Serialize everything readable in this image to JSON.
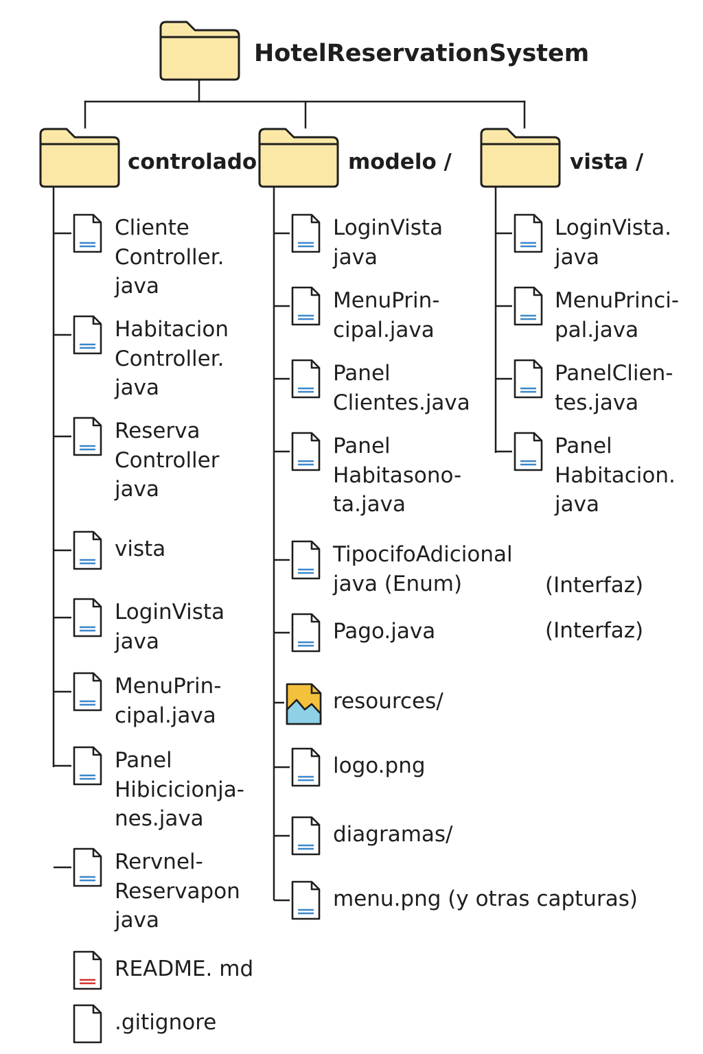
{
  "root": {
    "name": "HotelReservationSystem",
    "icon": "folder-icon",
    "folder_color": "#fbe8a6"
  },
  "columns": [
    {
      "name": "controlador",
      "icon": "folder-icon",
      "files": [
        {
          "label": "Cliente\nController.\njava",
          "icon": "java-file-icon"
        },
        {
          "label": "Habitacion\nController.\njava",
          "icon": "java-file-icon"
        },
        {
          "label": "Reserva\nController\njava",
          "icon": "java-file-icon"
        },
        {
          "label": "vista",
          "icon": "file-icon"
        },
        {
          "label": "LoginVista\njava",
          "icon": "java-file-icon"
        },
        {
          "label": "MenuPrin-\ncipal.java",
          "icon": "java-file-icon"
        },
        {
          "label": "Panel\nHibicicionja-\nnes.java",
          "icon": "java-file-icon"
        },
        {
          "label": "Rervnel-\nReservapon\njava",
          "icon": "java-file-icon"
        },
        {
          "label": "README. md",
          "icon": "markdown-file-icon"
        },
        {
          "label": ".gitignore",
          "icon": "blank-file-icon"
        }
      ]
    },
    {
      "name": "modelo /",
      "icon": "folder-icon",
      "files": [
        {
          "label": "LoginVista\njava",
          "icon": "java-file-icon"
        },
        {
          "label": "MenuPrin-\ncipal.java",
          "icon": "java-file-icon"
        },
        {
          "label": "Panel\nClientes.java",
          "icon": "java-file-icon"
        },
        {
          "label": "Panel\nHabitasono-\nta.java",
          "icon": "java-file-icon"
        },
        {
          "label": "TipocifoAdicional\njava (Enum)",
          "icon": "java-file-icon",
          "note": "(Interfaz)"
        },
        {
          "label": "Pago.java",
          "icon": "java-file-icon",
          "note": "(Interfaz)"
        },
        {
          "label": "resources/",
          "icon": "image-file-icon"
        },
        {
          "label": "logo.png",
          "icon": "file-icon"
        },
        {
          "label": "diagramas/",
          "icon": "file-icon"
        },
        {
          "label": "menu.png (y otras capturas)",
          "icon": "file-icon"
        }
      ]
    },
    {
      "name": "vista /",
      "icon": "folder-icon",
      "files": [
        {
          "label": "LoginVista.\njava",
          "icon": "java-file-icon"
        },
        {
          "label": "MenuPrinci-\npal.java",
          "icon": "java-file-icon"
        },
        {
          "label": "PanelClien-\ntes.java",
          "icon": "java-file-icon"
        },
        {
          "label": "Panel\nHabitacion.\njava",
          "icon": "java-file-icon"
        }
      ]
    }
  ],
  "colors": {
    "folder_fill": "#fbe8a6",
    "stroke": "#1e1e1e",
    "file_line_blue": "#3b86c9",
    "file_line_red": "#d0312d",
    "image_sun": "#f3c13c",
    "image_mountain": "#8fd0e6"
  }
}
